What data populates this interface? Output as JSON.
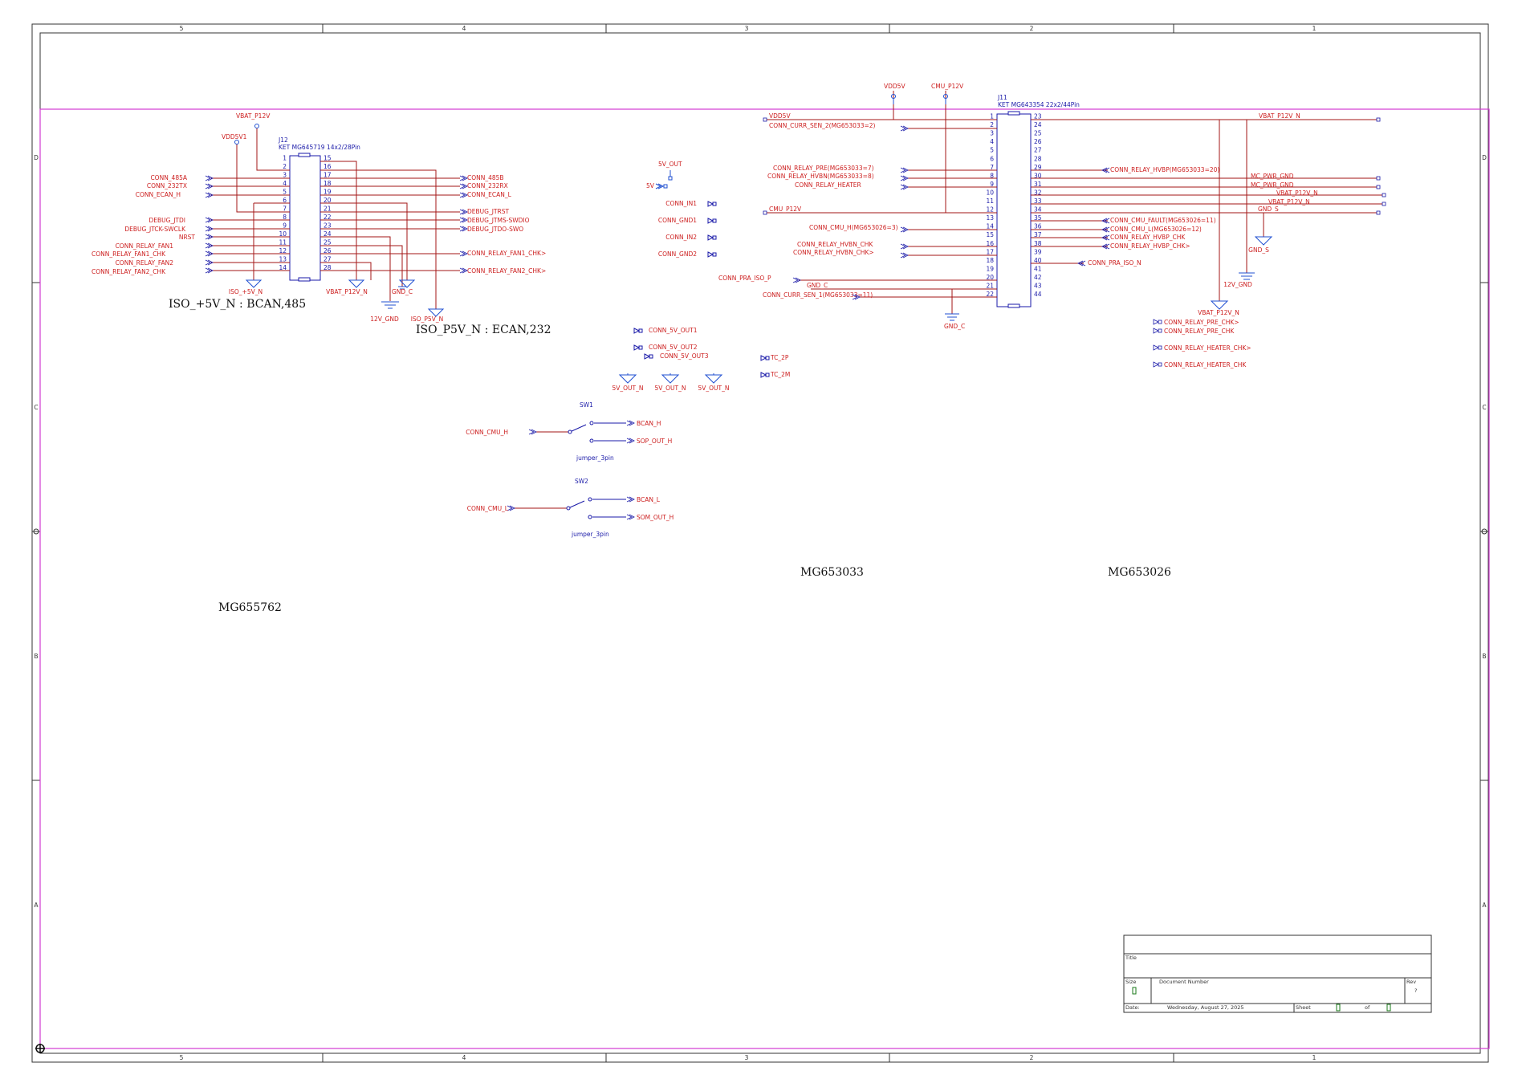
{
  "colors": {
    "wire": "#a31515",
    "net": "#cc1e1e",
    "part": "#1a1aa8",
    "frame": "#333333",
    "pink": "#d23bd2",
    "sym": "#1f4fd1"
  },
  "frame": {
    "cols_top": [
      "5",
      "4",
      "3",
      "2",
      "1"
    ],
    "cols_bottom": [
      "5",
      "4",
      "3",
      "2",
      "1"
    ],
    "rows_left": [
      "D",
      "C",
      "B",
      "A"
    ],
    "rows_right": [
      "D",
      "C",
      "B",
      "A"
    ]
  },
  "labels": {
    "iso5": "ISO_+5V_N : BCAN,485",
    "isop5": "ISO_P5V_N : ECAN,232",
    "mg655762": "MG655762",
    "mg653033": "MG653033",
    "mg653026": "MG653026"
  },
  "j12": {
    "ref": "J12",
    "part": "KET MG645719 14x2/28Pin",
    "pins_left": [
      "1",
      "2",
      "3",
      "4",
      "5",
      "6",
      "7",
      "8",
      "9",
      "10",
      "11",
      "12",
      "13",
      "14"
    ],
    "pins_right": [
      "15",
      "16",
      "17",
      "18",
      "19",
      "20",
      "21",
      "22",
      "23",
      "24",
      "25",
      "26",
      "27",
      "28"
    ],
    "power_vbat": "VBAT_P12V",
    "power_vdd": "VDD5V1",
    "nets_left": [
      "CONN_485A",
      "CONN_232TX",
      "CONN_ECAN_H",
      "DEBUG_JTDI",
      "DEBUG_JTCK-SWCLK",
      "NRST",
      "CONN_RELAY_FAN1",
      "CONN_RELAY_FAN1_CHK",
      "CONN_RELAY_FAN2",
      "CONN_RELAY_FAN2_CHK"
    ],
    "nets_right": [
      "CONN_485B",
      "CONN_232RX",
      "CONN_ECAN_L",
      "DEBUG_JTRST",
      "DEBUG_JTMS-SWDIO",
      "DEBUG_JTDO-SWO",
      "CONN_RELAY_FAN1_CHK>",
      "CONN_RELAY_FAN2_CHK>"
    ],
    "grounds": [
      "ISO_+5V_N",
      "VBAT_P12V_N",
      "GND_C",
      "12V_GND",
      "ISO_P5V_N"
    ]
  },
  "center": {
    "power_5vout": "5V_OUT",
    "power_5v": "5V",
    "conns": [
      "CONN_IN1",
      "CONN_GND1",
      "CONN_IN2",
      "CONN_GND2"
    ],
    "outs": [
      "CONN_5V_OUT1",
      "CONN_5V_OUT2",
      "CONN_5V_OUT3"
    ],
    "out_grounds": [
      "5V_OUT_N",
      "5V_OUT_N",
      "5V_OUT_N"
    ],
    "tc": [
      "TC_2P",
      "TC_2M"
    ],
    "sw1": {
      "ref": "SW1",
      "in": "CONN_CMU_H",
      "out1": "BCAN_H",
      "out2": "SOP_OUT_H",
      "value": "jumper_3pin"
    },
    "sw2": {
      "ref": "SW2",
      "in": "CONN_CMU_L",
      "out1": "BCAN_L",
      "out2": "SOM_OUT_H",
      "value": "jumper_3pin"
    }
  },
  "j11": {
    "ref": "J11",
    "part": "KET MG643354 22x2/44Pin",
    "pins_left": [
      "1",
      "2",
      "3",
      "4",
      "5",
      "6",
      "7",
      "8",
      "9",
      "10",
      "11",
      "12",
      "13",
      "14",
      "15",
      "16",
      "17",
      "18",
      "19",
      "20",
      "21",
      "22"
    ],
    "pins_right": [
      "23",
      "24",
      "25",
      "26",
      "27",
      "28",
      "29",
      "30",
      "31",
      "32",
      "33",
      "34",
      "35",
      "36",
      "37",
      "38",
      "39",
      "40",
      "41",
      "42",
      "43",
      "44"
    ],
    "power_vdd": "VDD5V",
    "power_cmu": "CMU_P12V",
    "nets_left": [
      "VDD5V",
      "CONN_CURR_SEN_2(MG653033=2)",
      "CONN_RELAY_PRE(MG653033=7)",
      "CONN_RELAY_HVBN(MG653033=8)",
      "CONN_RELAY_HEATER",
      "CMU_P12V",
      "CONN_CMU_H(MG653026=3)",
      "CONN_RELAY_HVBN_CHK",
      "CONN_RELAY_HVBN_CHK>",
      "CONN_PRA_ISO_P",
      "GND_C",
      "CONN_CURR_SEN_1(MG653033=11)"
    ],
    "nets_right": [
      "VBAT_P12V_N",
      "CONN_RELAY_HVBP(MG653033=20)",
      "MC_PWR_GND",
      "MC_PWR_GND",
      "VBAT_P12V_N",
      "VBAT_P12V_N",
      "GND_S",
      "CONN_CMU_FAULT(MG653026=11)",
      "CONN_CMU_L(MG653026=12)",
      "CONN_RELAY_HVBP_CHK",
      "CONN_RELAY_HVBP_CHK>",
      "CONN_PRA_ISO_N"
    ],
    "grounds": [
      "GND_S",
      "12V_GND",
      "VBAT_P12V_N",
      "GND_C"
    ],
    "side_nets": [
      "CONN_RELAY_PRE_CHK>",
      "CONN_RELAY_PRE_CHK",
      "CONN_RELAY_HEATER_CHK>",
      "CONN_RELAY_HEATER_CHK"
    ]
  },
  "title_block": {
    "title_label": "Title",
    "size_label": "Size",
    "doc_label": "Document Number",
    "rev_label": "Rev",
    "rev_value": "?",
    "date_label": "Date:",
    "date_value": "Wednesday, August 27, 2025",
    "sheet_label": "Sheet",
    "of_label": "of"
  }
}
